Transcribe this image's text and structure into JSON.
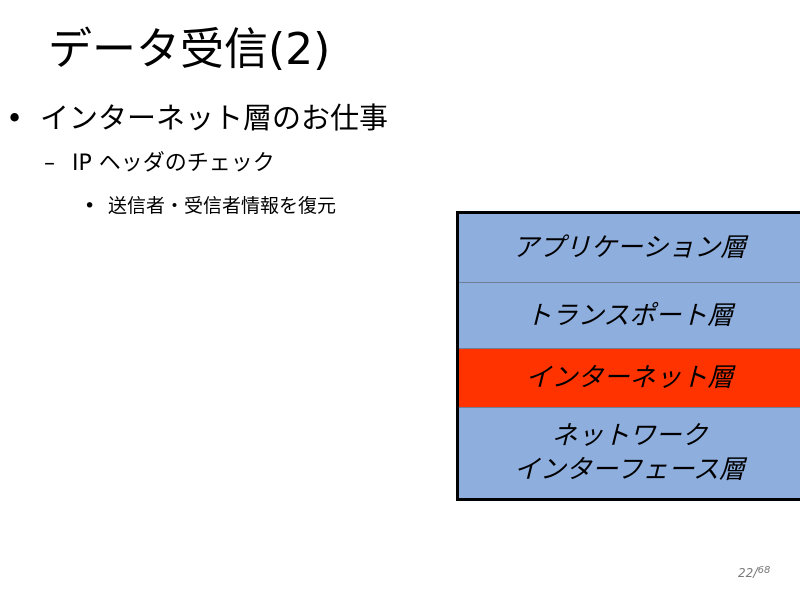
{
  "slide": {
    "title": "データ受信(2)",
    "bullets": {
      "level1": {
        "marker": "•",
        "text": "インターネット層のお仕事"
      },
      "level2": {
        "marker": "–",
        "text": "IP ヘッダのチェック"
      },
      "level3": {
        "marker": "•",
        "text": "送信者・受信者情報を復元"
      }
    }
  },
  "layer_diagram": {
    "layers": [
      {
        "label": "アプリケーション層",
        "color": "#8eaede"
      },
      {
        "label": "トランスポート層",
        "color": "#8eaede"
      },
      {
        "label": "インターネット層",
        "color": "#ff3300"
      },
      {
        "label": "ネットワーク\nインターフェース層",
        "color": "#8eaede"
      }
    ],
    "border_color": "#000000"
  },
  "page_number": {
    "current": "22",
    "separator": "/",
    "total": "68"
  }
}
